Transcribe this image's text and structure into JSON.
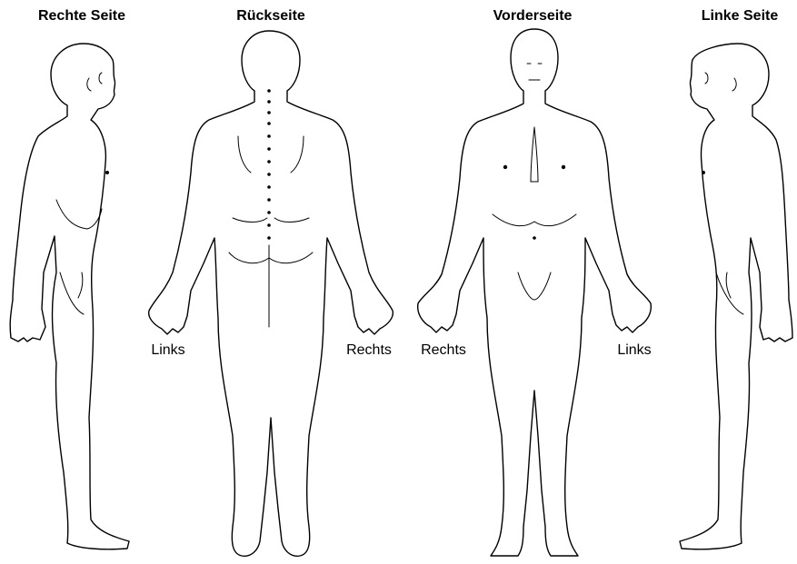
{
  "figure": {
    "titles": {
      "right_side": "Rechte Seite",
      "back": "Rückseite",
      "front": "Vorderseite",
      "left_side": "Linke Seite"
    },
    "hand_labels": {
      "back_left": "Links",
      "back_right": "Rechts",
      "front_right": "Rechts",
      "front_left": "Links"
    }
  }
}
